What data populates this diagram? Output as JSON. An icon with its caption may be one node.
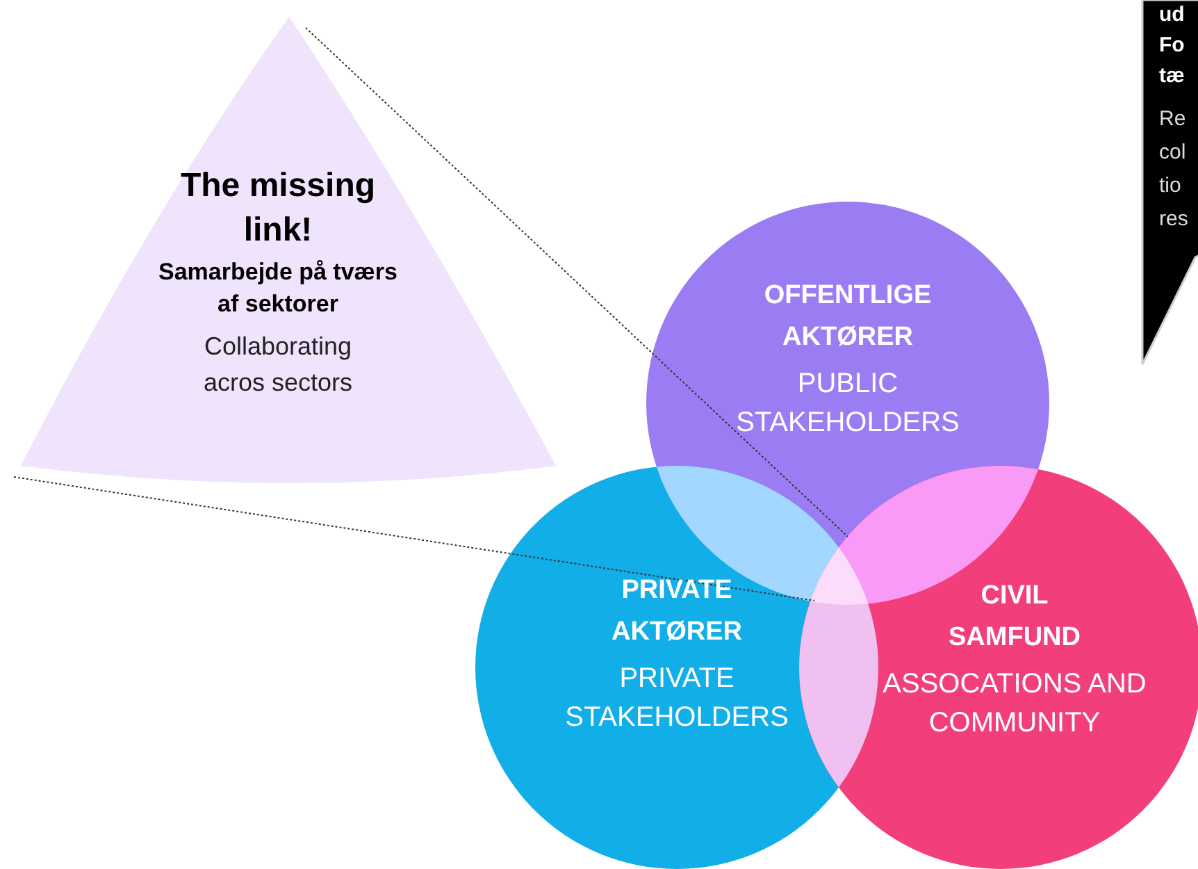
{
  "diagram": {
    "nodes": [
      {
        "text": [
          "The missing link!",
          "Samarbejde på tværs af sektorer",
          "Collaborating acros sectors"
        ]
      },
      {
        "text": [
          "OFFENTLIGE AKTØRER",
          "PUBLIC STAKEHOLDERS"
        ]
      },
      {
        "text": [
          "PRIVATE AKTØRER",
          "PRIVATE STAKEHOLDERS"
        ]
      },
      {
        "text": [
          "CIVIL SAMFUND",
          "ASSOCATIONS AND COMMUNITY"
        ]
      },
      {
        "text": [
          "ud Fo tæ",
          "Re col tio res"
        ]
      }
    ],
    "edges": [
      {
        "from": 0,
        "to": 1,
        "arrow": "none",
        "style": "dashed"
      },
      {
        "from": 0,
        "to": 1,
        "arrow": "none",
        "style": "dashed"
      }
    ]
  }
}
